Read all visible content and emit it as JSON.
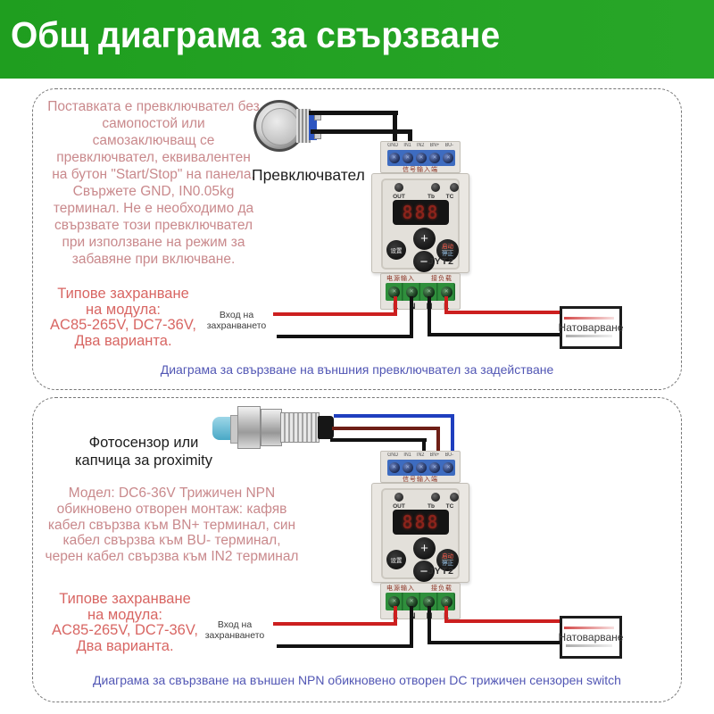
{
  "header": {
    "title": "Общ диаграма за свързване"
  },
  "panel1": {
    "paragraph": "Поставката е превключвател без\nсамопостой или\nсамозаключващ се\nпревключвател, еквивалентен\nна бутон \"Start/Stop\" на панела.\nСвържете GND, IN0.05kg\nтерминал. Не е необходимо да\nсвързвате този превключвател\nпри използване на режим за\nзабавяне при включване.",
    "power_note": "Типове захранване\nна модула:\nAC85-265V, DC7-36V,\nДва варианта.",
    "switch_label": "Превключвател",
    "power_input_label": "Вход на\nзахранването",
    "load_label": "Натоварване",
    "caption": "Диаграма за свързване на външния превключвател за задействане"
  },
  "panel2": {
    "sensor_label": "Фотосензор или\nкапчица за proximity",
    "paragraph": "Модел: DC6-36V Трижичен NPN\nобикновено отворен монтаж: кафяв\nкабел свързва към BN+ терминал, син\nкабел свързва към BU- терминал,\nчерен кабел свързва към IN2 терминал",
    "power_note": "Типове захранване\nна модула:\nAC85-265V, DC7-36V,\nДва варианта.",
    "power_input_label": "Вход на\nзахранването",
    "load_label": "Натоварване",
    "caption": "Диаграма за свързване на външен NPN обикновено отворен DC трижичен сензорен switch"
  },
  "device": {
    "terminals_top": [
      "GND",
      "IN1",
      "IN2",
      "BN+",
      "BU-"
    ],
    "signal_label_cn": "信号输入端",
    "leds": [
      "OUT",
      "Tb",
      "TC"
    ],
    "display_value": "888",
    "btn_set": "设置",
    "btn_plus": "+",
    "btn_minus": "−",
    "btn_start": "启动",
    "btn_stop": "停止",
    "model": "JYT2",
    "power_label_cn": "电源输入",
    "load_label_cn": "接负载",
    "terminals_bottom": [
      "L",
      "N",
      "N",
      "L"
    ]
  },
  "colors": {
    "header-green": "#1f9e1f",
    "header-green2": "#28a628",
    "title-white": "#ffffff",
    "body-pink": "#c9898c",
    "note-red": "#d86663",
    "caption-blue": "#5156b4",
    "label-dark": "#1c1c1c",
    "muted-gray": "#3c3c3c",
    "wire-red": "#cc1f1f",
    "wire-black": "#121212",
    "wire-blue": "#1f3fbf",
    "wire-brown": "#6e1f16",
    "terminal-blue": "#3e6cc0",
    "terminal-green": "#2f8f3c",
    "device-body": "#eae7e2",
    "display-red": "#8a231b",
    "cn-red": "#8a3020"
  }
}
